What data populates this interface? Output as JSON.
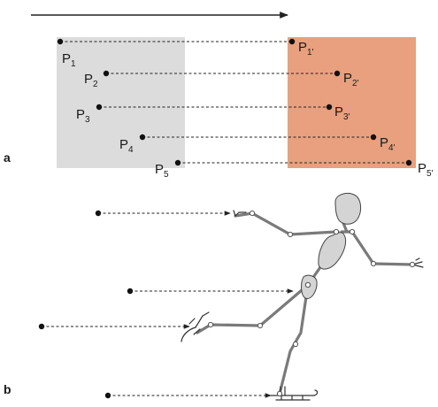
{
  "panel_a": {
    "label": "a",
    "points": [
      {
        "name": "P",
        "sub": "1",
        "name_t": "P",
        "sub_t": "1'"
      },
      {
        "name": "P",
        "sub": "2",
        "name_t": "P",
        "sub_t": "2'"
      },
      {
        "name": "P",
        "sub": "3",
        "name_t": "P",
        "sub_t": "3'"
      },
      {
        "name": "P",
        "sub": "4",
        "name_t": "P",
        "sub_t": "4'"
      },
      {
        "name": "P",
        "sub": "5",
        "name_t": "P",
        "sub_t": "5'"
      }
    ]
  },
  "panel_b": {
    "label": "b"
  },
  "colors": {
    "source_square": "#dcdcdc",
    "target_square": "#e8a07e",
    "figure_body": "#d4d4d4",
    "bones": "#7a7a7a"
  }
}
